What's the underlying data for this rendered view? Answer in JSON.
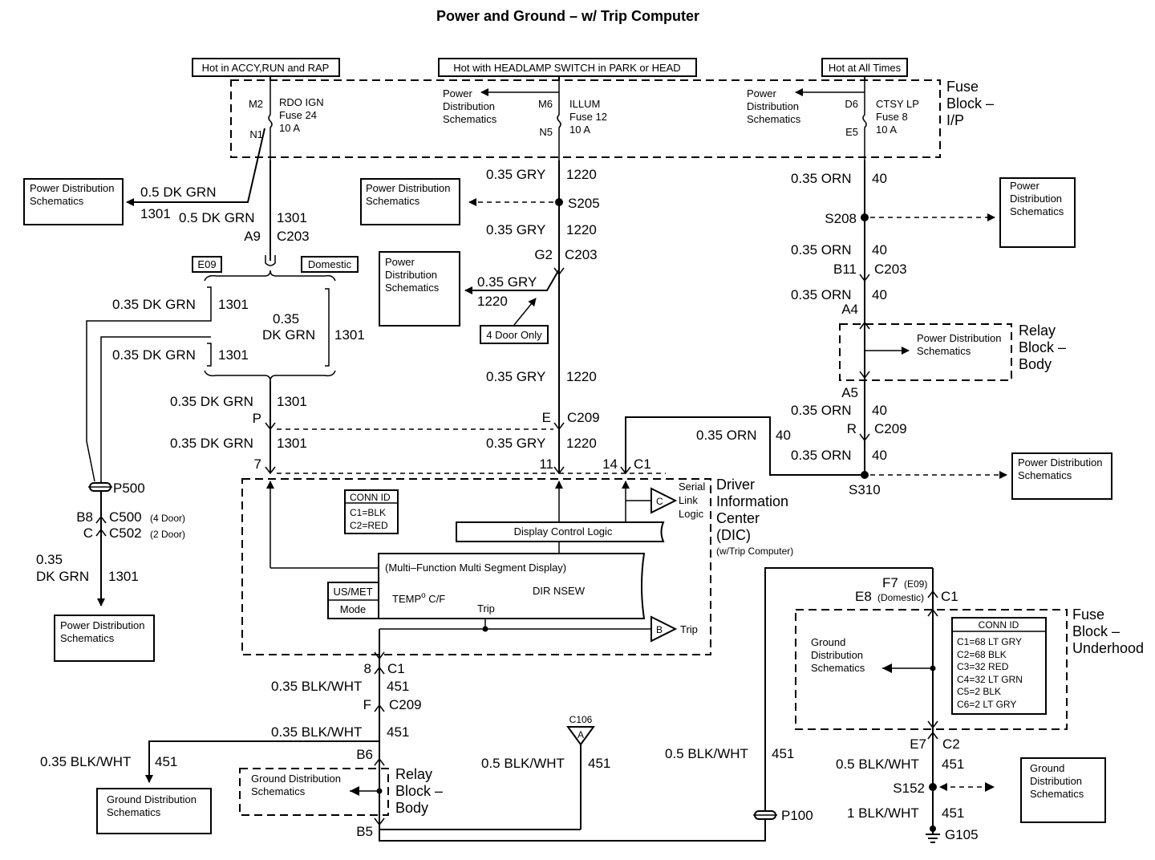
{
  "title": "Power and Ground – w/ Trip Computer",
  "hot_labels": {
    "accy": "Hot in ACCY,RUN and RAP",
    "headlamp": "Hot with HEADLAMP SWITCH in PARK or HEAD",
    "always": "Hot at All Times"
  },
  "fuse_block_ip": [
    "Fuse",
    "Block –",
    "I/P"
  ],
  "fuses": {
    "rdo": {
      "top_pin": "M2",
      "bot_pin": "N1",
      "lines": [
        "RDO IGN",
        "Fuse 24",
        "10 A"
      ]
    },
    "illum": {
      "top_pin": "M6",
      "bot_pin": "N5",
      "lines": [
        "ILLUM",
        "Fuse 12",
        "10 A"
      ]
    },
    "ctsy": {
      "top_pin": "D6",
      "bot_pin": "E5",
      "lines": [
        "CTSY LP",
        "Fuse 8",
        "10 A"
      ]
    }
  },
  "pds": {
    "line1": "Power Distribution",
    "line2": "Schematics",
    "stack": [
      "Power",
      "Distribution",
      "Schematics"
    ]
  },
  "gds": {
    "line1": "Ground Distribution",
    "line2": "Schematics",
    "stack": [
      "Ground",
      "Distribution",
      "Schematics"
    ]
  },
  "wires": {
    "dkgrn05": "0.5 DK GRN",
    "dkgrn035": "0.35 DK GRN",
    "dkgrn_split": [
      "0.35",
      "DK GRN"
    ],
    "gry": "0.35 GRY",
    "orn": "0.35 ORN",
    "blkwht035": "0.35 BLK/WHT",
    "blkwht05": "0.5 BLK/WHT",
    "blkwht1": "1 BLK/WHT"
  },
  "circuits": {
    "c1301": "1301",
    "c1220": "1220",
    "c40": "40",
    "c451": "451"
  },
  "connectors": {
    "a9": "A9",
    "c203": "C203",
    "g2": "G2",
    "b11": "B11",
    "a4": "A4",
    "a5": "A5",
    "r": "R",
    "c209": "C209",
    "p": "P",
    "e": "E",
    "pin7": "7",
    "pin11": "11",
    "pin14": "14",
    "c1": "C1",
    "b8": "B8",
    "c500": "C500",
    "c500_note": "(4 Door)",
    "cc": "C",
    "c502": "C502",
    "c502_note": "(2 Door)",
    "pin8": "8",
    "f": "F",
    "b6": "B6",
    "b5": "B5",
    "f7": "F7",
    "f7_note": "(E09)",
    "e8": "E8",
    "e8_note": "(Domestic)",
    "e7": "E7",
    "c2": "C2"
  },
  "splices": {
    "s205": "S205",
    "s208": "S208",
    "s310": "S310",
    "s152": "S152",
    "p500": "P500",
    "p100": "P100"
  },
  "options": {
    "e09": "E09",
    "domestic": "Domestic",
    "four_door": "4 Door Only"
  },
  "relay_block": [
    "Relay",
    "Block –",
    "Body"
  ],
  "dic": {
    "title": [
      "Driver",
      "Information",
      "Center",
      "(DIC)"
    ],
    "subtitle": "(w/Trip Computer)",
    "conn_id": [
      "CONN ID",
      "C1=BLK",
      "C2=RED"
    ],
    "display_logic": "Display Control Logic",
    "mfd": "(Multi–Function Multi Segment Display)",
    "temp": "TEMP",
    "deg": "o",
    "cf": " C/F",
    "dir": "DIR NSEW",
    "trip": "Trip",
    "usmet": "US/MET",
    "mode": "Mode",
    "serial": [
      "Serial",
      "Link",
      "Logic"
    ],
    "c_letter": "C",
    "b_letter": "B"
  },
  "fuse_block_uh": {
    "title": [
      "Fuse",
      "Block –",
      "Underhood"
    ],
    "conn_id": [
      "CONN ID",
      "C1=68 LT GRY",
      "C2=68 BLK",
      "C3=32 RED",
      "C4=32 LT GRN",
      "C5=2 BLK",
      "C6=2 LT GRY"
    ]
  },
  "ground": {
    "c106": "C106",
    "a_letter": "A",
    "g105": "G105"
  }
}
